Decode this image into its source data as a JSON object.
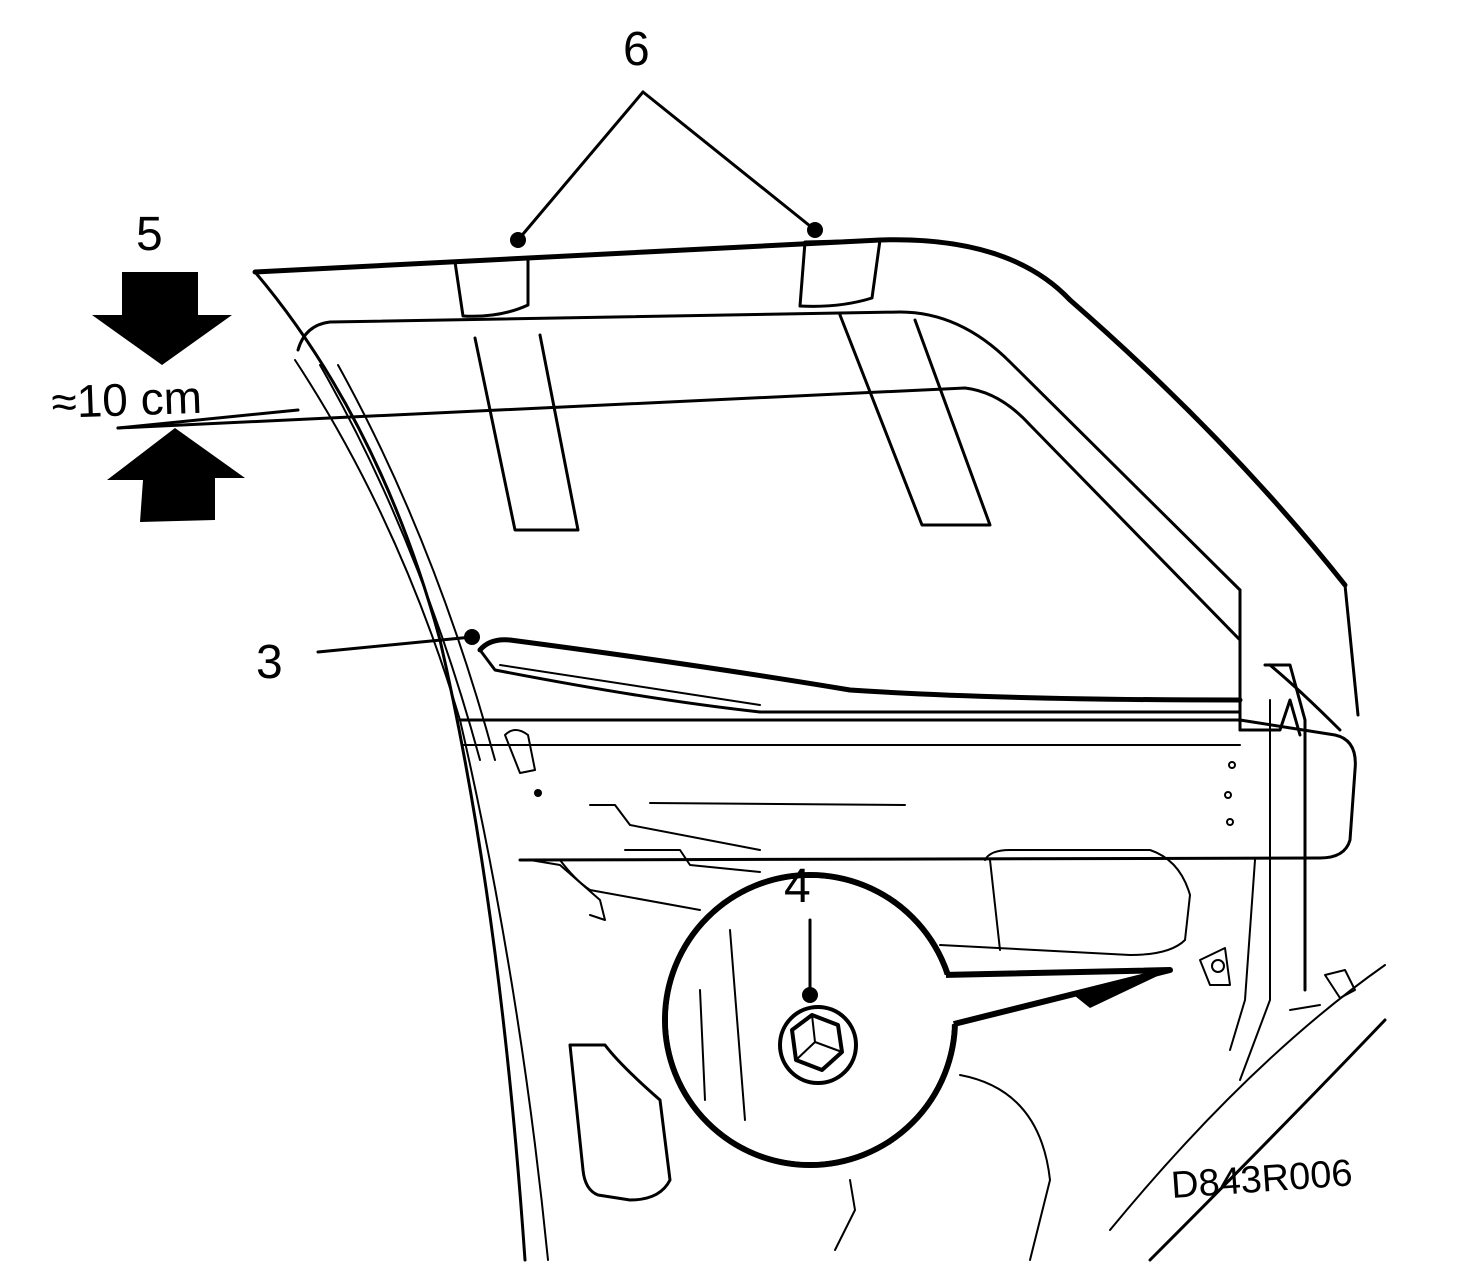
{
  "labels": {
    "callout_3": "3",
    "callout_4": "4",
    "callout_5": "5",
    "callout_6": "6",
    "dimension": "≈10 cm",
    "drawing_code": "D843R006"
  }
}
